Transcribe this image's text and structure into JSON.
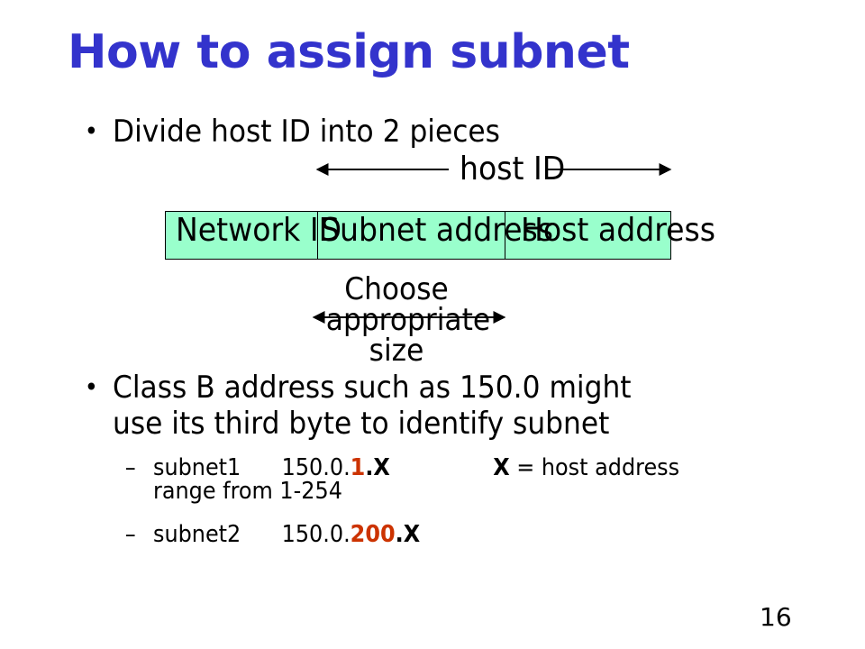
{
  "slide": {
    "title": "How to assign subnet",
    "page_number": "16",
    "bullets": [
      {
        "text": "Divide host ID into 2 pieces"
      },
      {
        "line1": "Class B address such as 150.0 might",
        "line2": "use its third byte to identify subnet"
      }
    ],
    "diagram": {
      "host_id_label": "host ID",
      "boxes": [
        {
          "label": "Network ID"
        },
        {
          "label": "Subnet address"
        },
        {
          "label": "Host address"
        }
      ],
      "choose_label": "Choose appropriate size"
    },
    "sub_items": [
      {
        "dash": "–",
        "name": "subnet1",
        "prefix": "150.0.",
        "highlight": "1",
        "suffix": ".X",
        "note_bold": "X",
        "note": " = host address",
        "continuation": "range from 1-254"
      },
      {
        "dash": "–",
        "name": "subnet2",
        "prefix": "150.0.",
        "highlight": "200",
        "suffix": ".X"
      }
    ],
    "colors": {
      "title": "#3333cc",
      "box_fill": "#99ffcc",
      "highlight": "#cc3300"
    },
    "icons": {
      "bullet": "bullet-dot-icon",
      "arrow": "double-arrow-icon"
    }
  }
}
